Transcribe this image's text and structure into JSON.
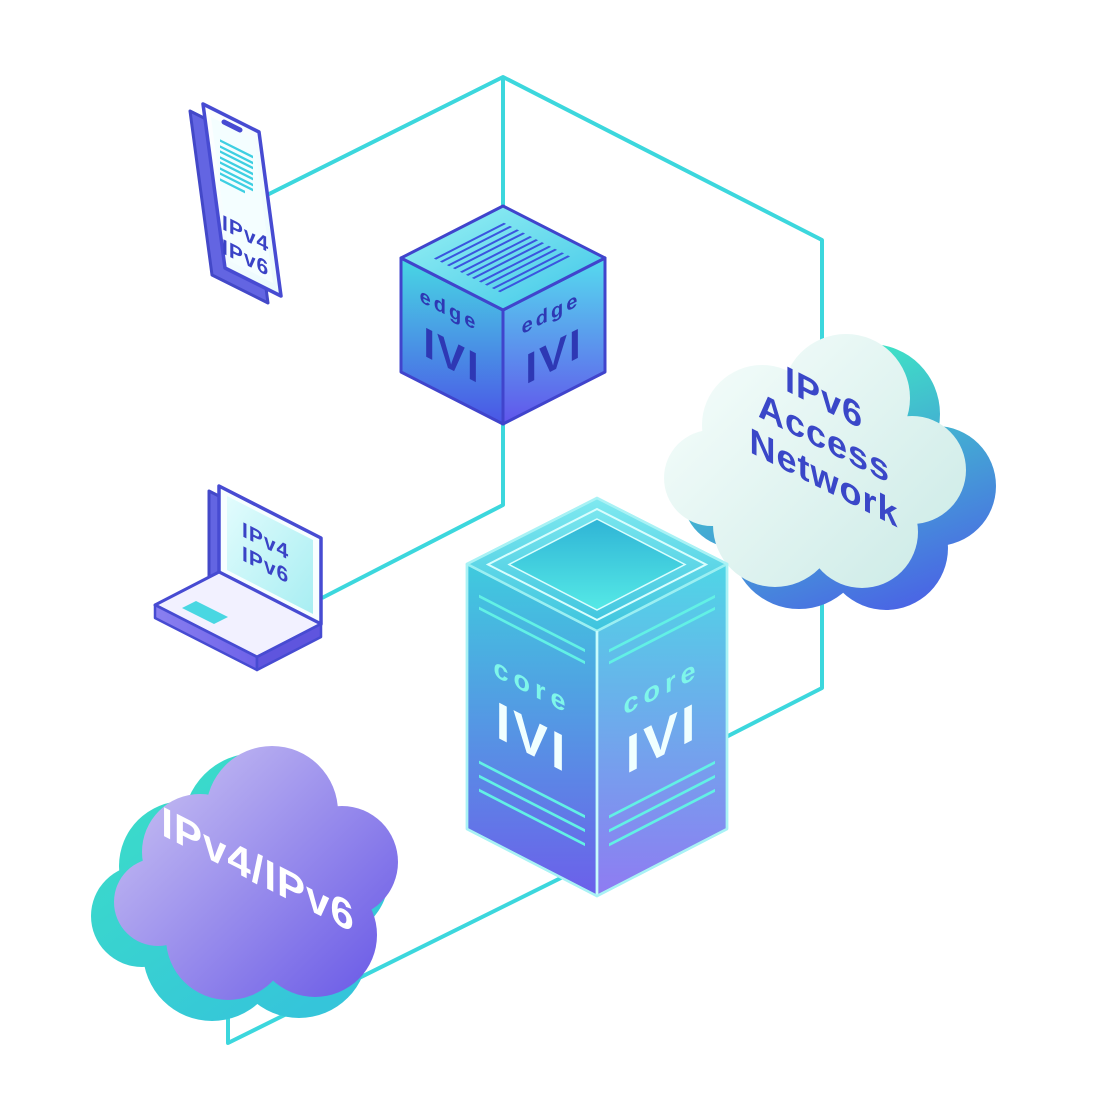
{
  "colors": {
    "line": "#3CD7DD",
    "indigo": "#3A43C6",
    "edge_text": "#2E38B4",
    "cloud_text": "#3A47C8",
    "white": "#FFFFFF",
    "core_accent": "#7EF6EA",
    "logo_light": "#F0FFFF"
  },
  "nodes": {
    "phone": {
      "labels": [
        "IPv4",
        "IPv6"
      ]
    },
    "laptop": {
      "labels": [
        "IPv4",
        "IPv6"
      ]
    },
    "edge_router": {
      "label": "edge",
      "logo": "IVI"
    },
    "core_router": {
      "label": "core",
      "logo": "IVI"
    },
    "access_cloud": {
      "lines": [
        "IPv6",
        "Access",
        "Network"
      ]
    },
    "internet_cloud": {
      "label": "IPv4/IPv6"
    }
  }
}
